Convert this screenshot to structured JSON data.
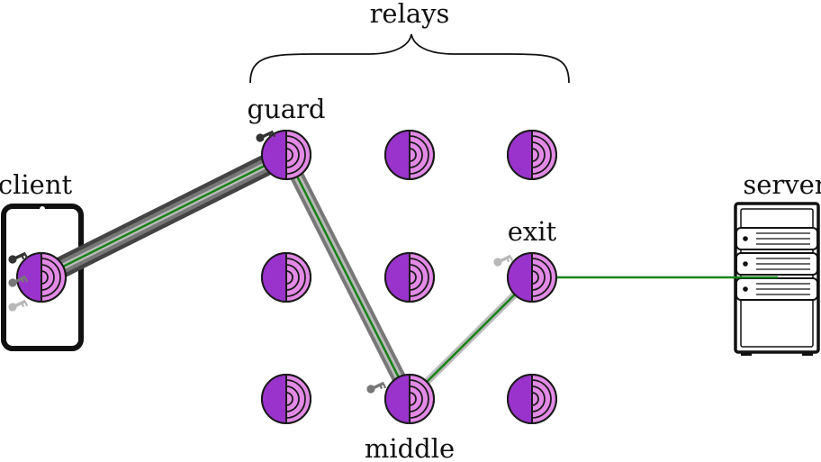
{
  "labels": {
    "relays": "relays",
    "client": "client",
    "server": "server",
    "guard": "guard",
    "middle": "middle",
    "exit": "exit"
  },
  "icons": {
    "relay": "onion-icon",
    "key": "key-icon",
    "client_device": "smartphone-icon",
    "server_device": "server-rack-icon"
  },
  "colors": {
    "onion_left": "#9a33cc",
    "onion_right": "#e38ae6",
    "onion_outline": "#1a1a1a",
    "circuit_path": "#178217",
    "tunnel_outer": "#444444",
    "tunnel_mid": "#777777",
    "tunnel_inner": "#bbbbbb",
    "key_dark": "#333333",
    "key_mid": "#777777",
    "key_light": "#b8b8b8"
  },
  "circuit": {
    "path": [
      "client",
      "guard",
      "middle",
      "exit",
      "server"
    ],
    "encryption_layers": {
      "client-guard": 3,
      "guard-middle": 2,
      "middle-exit": 1,
      "exit-server": 0
    },
    "keys_at": {
      "client": [
        "dark",
        "mid",
        "light"
      ],
      "guard": [
        "dark"
      ],
      "middle": [
        "mid"
      ],
      "exit": [
        "light"
      ]
    }
  }
}
